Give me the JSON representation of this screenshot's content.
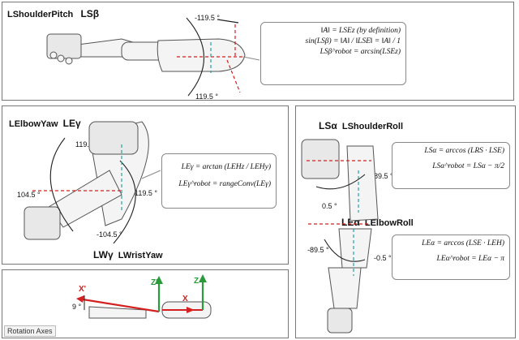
{
  "panels": {
    "shoulder_pitch": {
      "title": "LShoulderPitch",
      "subtitle": "LSβ",
      "angle_top": "-119.5 °",
      "angle_bottom": "119.5 °",
      "eq1": "‖A‖ = LSEz   (by   definition)",
      "eq2": "sin(LSβ) = ‖A‖ / ‖LSE‖ = ‖A‖ / 1",
      "eq3": "LSβ^robot = arcsin(LSEz)"
    },
    "elbow_yaw": {
      "title": "LElbowYaw",
      "subtitle": "LEγ",
      "angle_1": "119.5 °",
      "angle_2": "104.5 °",
      "angle_3": "-119.5 °",
      "angle_4": "-104.5 °",
      "eq1": "LEγ = arctan (LEHz / LEHy)",
      "eq2": "LEγ^robot = rangeConv(LEγ)",
      "wrist_title": "LWγ",
      "wrist_subtitle": "LWristYaw"
    },
    "shoulder_roll": {
      "title": "LSα",
      "subtitle": "LShoulderRoll",
      "angle_1": "89.5 °",
      "angle_2": "0.5 °",
      "eq1": "LSα = arccos (LRS · LSE)",
      "eq2": "LSα^robot = LSα − π/2"
    },
    "elbow_roll": {
      "title": "LEα",
      "subtitle": "LElbowRoll",
      "angle_1": "-89.5 °",
      "angle_2": "-0.5 °",
      "eq1": "LEα = arccos (LSE · LEH)",
      "eq2": "LEα^robot = LEα − π"
    },
    "rotation_axes": {
      "label": "Rotation Axes",
      "axis_x_prime": "X'",
      "axis_z_prime": "Z'",
      "axis_x": "X",
      "axis_z": "Z",
      "angle": "9 °"
    }
  },
  "colors": {
    "red_axis": "#d42020",
    "green_axis": "#2a9a3a",
    "cyan_axis": "#2aa0a0",
    "arm_outline": "#555555"
  }
}
